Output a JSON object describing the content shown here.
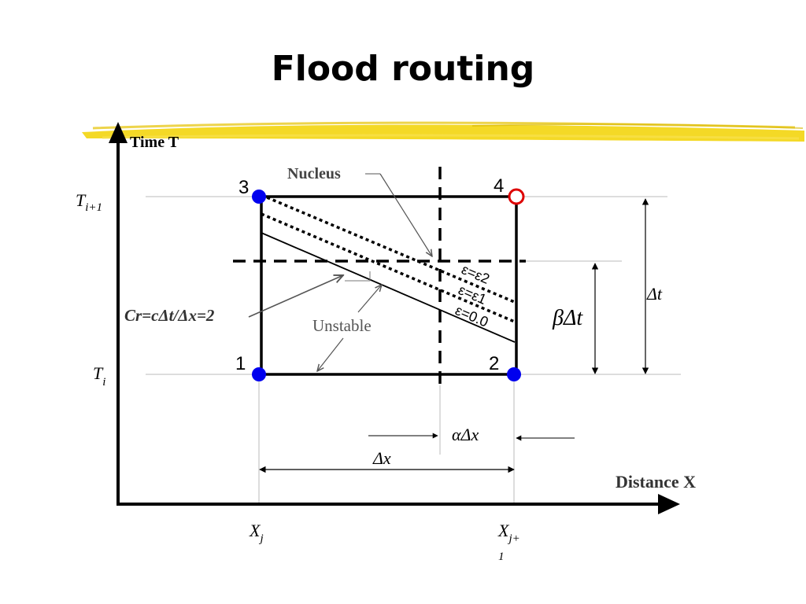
{
  "title": "Flood routing",
  "axes": {
    "y_label": "Time T",
    "x_label": "Distance X",
    "t_upper": {
      "base": "T",
      "sub": "i+1"
    },
    "t_lower": {
      "base": "T",
      "sub": "i"
    },
    "x_left": {
      "base": "X",
      "sub": "j"
    },
    "x_right": {
      "base": "X",
      "sub": "j+",
      "sub2": "1"
    }
  },
  "nodes": [
    {
      "label": "1",
      "color": "#0000ee",
      "style": "filled"
    },
    {
      "label": "2",
      "color": "#0000ee",
      "style": "filled"
    },
    {
      "label": "3",
      "color": "#0000ee",
      "style": "filled"
    },
    {
      "label": "4",
      "color": "#dd0000",
      "style": "hollow"
    }
  ],
  "annotations": {
    "nucleus": "Nucleus",
    "unstable": "Unstable",
    "courant": "Cr=cΔt/Δx=2",
    "eps_2": "ε=ε2",
    "eps_1": "ε=ε1",
    "eps_0": "ε=0.0"
  },
  "dimensions": {
    "alpha_dx": "αΔx",
    "dx": "Δx",
    "beta_dt": "βΔt",
    "dt": "Δt"
  },
  "colors": {
    "highlight": "#f2d200",
    "ink": "#000000",
    "guide": "#bbbbbb",
    "annotation_gray": "#555555"
  }
}
